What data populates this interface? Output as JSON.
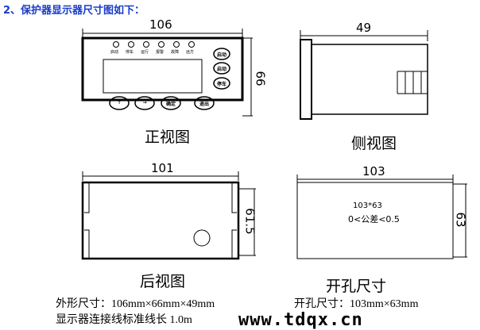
{
  "heading": "2、保护器显示器尺寸图如下：",
  "front": {
    "caption": "正视图",
    "width": "106",
    "height": "66",
    "leds": [
      "启动",
      "停车",
      "运行",
      "报警",
      "故障",
      "远方"
    ],
    "side_buttons": [
      "启动",
      "启动",
      "停车"
    ],
    "bottom_buttons": [
      "↑",
      "→",
      "确定",
      "退出"
    ]
  },
  "side": {
    "caption": "侧视图",
    "width": "49"
  },
  "back": {
    "caption": "后视图",
    "width": "101",
    "height": "61.5"
  },
  "cutout": {
    "caption": "开孔尺寸",
    "width": "103",
    "height": "63",
    "text1": "103*63",
    "text2": "0<公差<0.5"
  },
  "notes": {
    "outer": "外形尺寸：106mm×66mm×49mm",
    "hole": "开孔尺寸：103mm×63mm",
    "cable": "显示器连接线标准线长 1.0m"
  },
  "watermark": "www.tdqx.cn"
}
